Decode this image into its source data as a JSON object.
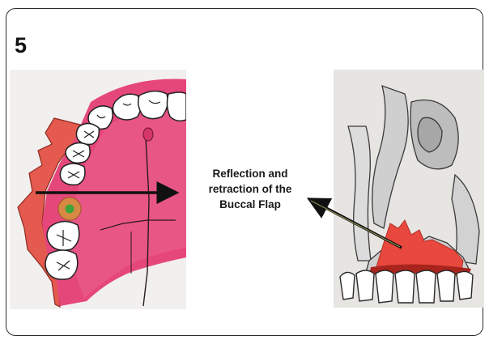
{
  "figure": {
    "panel_number": "5",
    "caption_lines": [
      "Reflection and",
      "retraction of the",
      "Buccal Flap"
    ]
  },
  "colors": {
    "gum_pink": "#e23a6c",
    "flap_red": "#e8483e",
    "dark_red": "#a8241c",
    "bone_gray": "#c9c9c9",
    "circle_orange": "#d88a45",
    "dot_green": "#3fa43a",
    "line": "#111111",
    "border": "#2b2b2b"
  },
  "icons": [
    "maxillary-arch-drawing",
    "skull-maxilla-drawing",
    "pointer-arrow",
    "incision-line-arrow"
  ]
}
